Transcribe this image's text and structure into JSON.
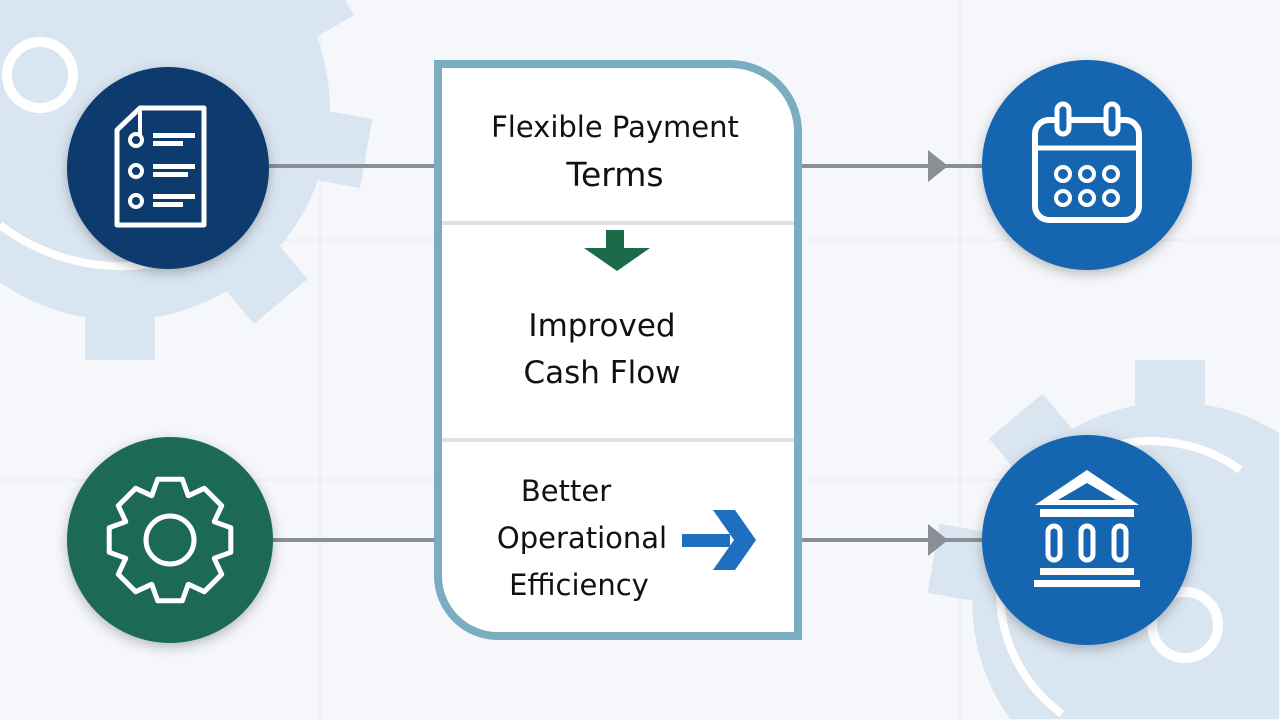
{
  "colors": {
    "navy": "#0d3a6e",
    "green": "#1b6b55",
    "blue": "#1565b0",
    "box_border": "#7aadc0",
    "gear_bg": "#d9e5f0",
    "connector": "#8a8f96",
    "arrow_blue": "#1e6fc0",
    "arrow_green": "#1b6b4a"
  },
  "icons": {
    "top_left": "document-checklist-icon",
    "bottom_left": "gear-icon",
    "top_right": "calendar-icon",
    "bottom_right": "bank-icon",
    "middle_arrow": "arrow-down-icon",
    "bottom_arrow": "arrow-right-icon"
  },
  "box": {
    "sections": [
      {
        "line1": "Flexible Payment",
        "line2": "Terms"
      },
      {
        "line1": "Improved",
        "line2": "Cash Flow"
      },
      {
        "line1": "Better",
        "line2": "Operational",
        "line3": "Efficiency"
      }
    ]
  }
}
